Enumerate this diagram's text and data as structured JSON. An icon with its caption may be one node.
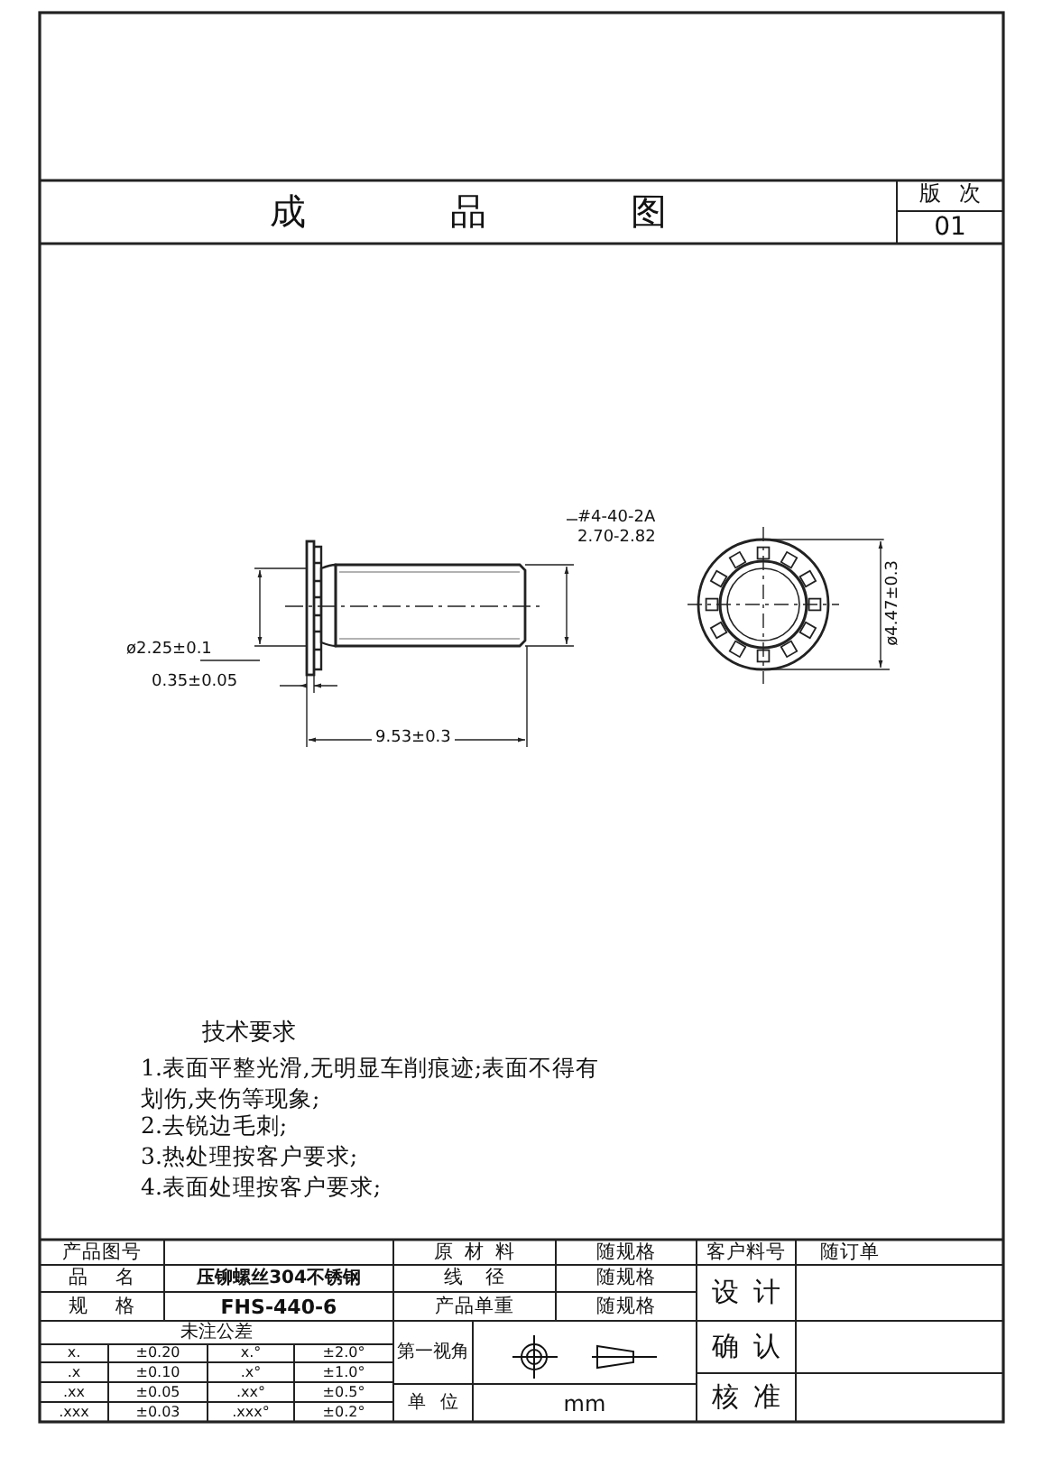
{
  "diagram": {
    "labels": [
      "成品图",
      "版次",
      "01",
      "#4-40-2A",
      "2.70-2.82",
      "ø2.25±0.1",
      "0.35±0.05",
      "9.53±0.3",
      "ø4.47±0.3",
      "技术要求",
      "1.表面平整光滑,无明显车削痕迹;表面不得有划伤,夹伤等现象;",
      "2.去锐边毛刺;",
      "3.热处理按客户要求;",
      "4.表面处理按客户要求;",
      "产品图号",
      "原材料",
      "随规格",
      "客户料号",
      "随订单",
      "品名",
      "压铆螺丝304不锈钢",
      "线径",
      "随规格",
      "设计",
      "规格",
      "FHS-440-6",
      "产品单重",
      "随规格",
      "未注公差",
      "第一视角",
      "确认",
      "x.",
      "±0.20",
      "x.°",
      "±2.0°",
      ".x",
      "±0.10",
      ".x°",
      "±1.0°",
      ".xx",
      "±0.05",
      ".xx°",
      "±0.5°",
      ".xxx",
      "±0.03",
      ".xxx°",
      "±0.2°",
      "单位",
      "mm",
      "核准"
    ]
  }
}
